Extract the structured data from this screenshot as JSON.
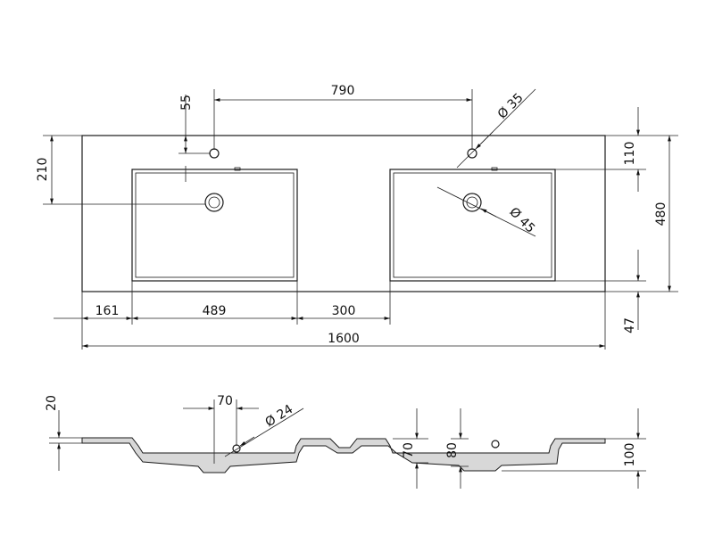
{
  "dimensions": {
    "d55": "55",
    "d790": "790",
    "d35": "Ø 35",
    "d210": "210",
    "d110": "110",
    "d480": "480",
    "d45": "Ø 45",
    "d161": "161",
    "d489": "489",
    "d300": "300",
    "d47": "47",
    "d1600": "1600",
    "d20": "20",
    "d70top": "70",
    "d24": "Ø 24",
    "d70v": "70",
    "d80": "80",
    "d100": "100"
  },
  "colors": {
    "line": "#1a1a1a",
    "section_fill": "#d8d8d8"
  }
}
